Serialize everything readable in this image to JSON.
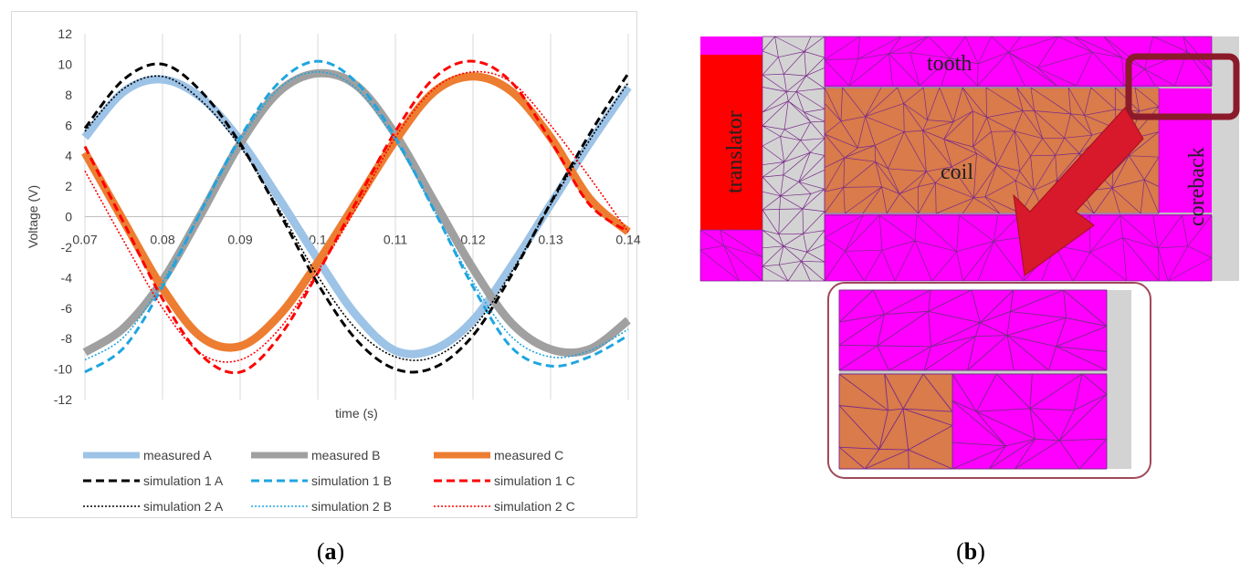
{
  "captions": {
    "a_open": "(",
    "a_letter": "a",
    "a_close": ")",
    "b_open": "(",
    "b_letter": "b",
    "b_close": ")"
  },
  "fem": {
    "labels": {
      "tooth": "tooth",
      "translator": "translator",
      "coil": "coil",
      "coreback": "coreback"
    },
    "colors": {
      "magenta": "#ff00ff",
      "red": "#ff0000",
      "orange": "#d97b4a",
      "grey": "#d3d3d3",
      "mesh": "#7a2a8a",
      "highlight": "#8b1a2a",
      "arrow": "#d7192b"
    }
  },
  "chart_data": {
    "type": "line",
    "title": "",
    "xlabel": "time (s)",
    "ylabel": "Voltage (V)",
    "xlim": [
      0.07,
      0.14
    ],
    "ylim": [
      -12,
      12
    ],
    "x_ticks": [
      0.07,
      0.08,
      0.09,
      0.1,
      0.11,
      0.12,
      0.13,
      0.14
    ],
    "x_tick_labels": [
      "0.07",
      "0.08",
      "0.09",
      "0.1",
      "0.11",
      "0.12",
      "0.13",
      "0.14"
    ],
    "y_ticks": [
      12,
      10,
      8,
      6,
      4,
      2,
      0,
      -2,
      -4,
      -6,
      -8,
      -10,
      -12
    ],
    "y_tick_labels": [
      "12",
      "10",
      "8",
      "6",
      "4",
      "2",
      "0",
      "-2",
      "-4",
      "-6",
      "-8",
      "-10",
      "-12"
    ],
    "grid": "vertical",
    "legend_position": "bottom",
    "series": [
      {
        "name": "measured A",
        "color": "#9dc3e6",
        "style": "thick",
        "x": [
          0.07,
          0.075,
          0.08,
          0.085,
          0.09,
          0.095,
          0.1,
          0.105,
          0.11,
          0.115,
          0.12,
          0.125,
          0.13,
          0.135,
          0.14
        ],
        "y": [
          5.2,
          8.2,
          9.0,
          7.8,
          5.0,
          1.2,
          -2.8,
          -6.5,
          -8.8,
          -8.7,
          -6.8,
          -3.2,
          0.8,
          4.8,
          8.5
        ]
      },
      {
        "name": "measured B",
        "color": "#a0a0a0",
        "style": "thick",
        "x": [
          0.07,
          0.075,
          0.08,
          0.085,
          0.09,
          0.095,
          0.1,
          0.105,
          0.11,
          0.115,
          0.12,
          0.125,
          0.13,
          0.135,
          0.14
        ],
        "y": [
          -8.9,
          -7.3,
          -4.2,
          0.2,
          4.8,
          8.2,
          9.4,
          8.6,
          5.4,
          1.0,
          -3.4,
          -7.0,
          -8.7,
          -8.7,
          -6.8
        ]
      },
      {
        "name": "measured C",
        "color": "#ed7d31",
        "style": "thick",
        "x": [
          0.07,
          0.075,
          0.08,
          0.085,
          0.09,
          0.095,
          0.1,
          0.105,
          0.11,
          0.115,
          0.12,
          0.125,
          0.13,
          0.135,
          0.14
        ],
        "y": [
          4.2,
          -0.3,
          -4.7,
          -7.9,
          -8.5,
          -6.5,
          -3.0,
          1.0,
          5.0,
          8.2,
          9.2,
          8.2,
          5.2,
          1.2,
          -1.0
        ]
      },
      {
        "name": "simulation 1 A",
        "color": "#000000",
        "style": "dashed",
        "x": [
          0.07,
          0.075,
          0.08,
          0.085,
          0.09,
          0.095,
          0.1,
          0.105,
          0.11,
          0.115,
          0.12,
          0.125,
          0.13,
          0.135,
          0.14
        ],
        "y": [
          5.8,
          9.0,
          10.0,
          8.2,
          4.8,
          0.3,
          -4.4,
          -8.1,
          -10.0,
          -9.9,
          -7.8,
          -3.8,
          0.9,
          5.4,
          9.4
        ]
      },
      {
        "name": "simulation 1 B",
        "color": "#1fa5e0",
        "style": "dashed",
        "x": [
          0.07,
          0.075,
          0.08,
          0.085,
          0.09,
          0.095,
          0.1,
          0.105,
          0.11,
          0.115,
          0.12,
          0.125,
          0.13,
          0.135,
          0.14
        ],
        "y": [
          -10.2,
          -8.6,
          -4.6,
          0.4,
          5.2,
          8.8,
          10.2,
          8.8,
          5.2,
          0.4,
          -4.6,
          -8.6,
          -9.8,
          -9.2,
          -7.8
        ]
      },
      {
        "name": "simulation 1 C",
        "color": "#ff0000",
        "style": "dashed",
        "x": [
          0.07,
          0.075,
          0.08,
          0.085,
          0.09,
          0.095,
          0.1,
          0.105,
          0.11,
          0.115,
          0.12,
          0.125,
          0.13,
          0.135,
          0.14
        ],
        "y": [
          4.6,
          -0.4,
          -5.4,
          -9.1,
          -10.2,
          -7.9,
          -3.7,
          1.0,
          5.6,
          9.1,
          10.2,
          8.8,
          5.0,
          0.8,
          -1.0
        ]
      },
      {
        "name": "simulation 2 A",
        "color": "#000000",
        "style": "dotted",
        "x": [
          0.07,
          0.075,
          0.08,
          0.085,
          0.09,
          0.095,
          0.1,
          0.105,
          0.11,
          0.115,
          0.12,
          0.125,
          0.13,
          0.135,
          0.14
        ],
        "y": [
          5.6,
          8.4,
          9.2,
          7.6,
          4.6,
          0.5,
          -3.9,
          -7.4,
          -9.2,
          -9.2,
          -7.3,
          -3.6,
          0.8,
          5.0,
          8.8
        ]
      },
      {
        "name": "simulation 2 B",
        "color": "#1fa5e0",
        "style": "dotted",
        "x": [
          0.07,
          0.075,
          0.08,
          0.085,
          0.09,
          0.095,
          0.1,
          0.105,
          0.11,
          0.115,
          0.12,
          0.125,
          0.13,
          0.135,
          0.14
        ],
        "y": [
          -9.4,
          -7.9,
          -4.3,
          0.4,
          5.0,
          8.4,
          9.5,
          8.4,
          5.0,
          0.4,
          -4.3,
          -7.9,
          -9.2,
          -8.8,
          -7.4
        ]
      },
      {
        "name": "simulation 2 C",
        "color": "#ff0000",
        "style": "dotted",
        "x": [
          0.07,
          0.075,
          0.08,
          0.085,
          0.09,
          0.095,
          0.1,
          0.105,
          0.11,
          0.115,
          0.12,
          0.125,
          0.13,
          0.135,
          0.14
        ],
        "y": [
          3.0,
          -1.6,
          -6.0,
          -9.0,
          -9.4,
          -7.4,
          -3.6,
          0.6,
          5.2,
          8.4,
          9.5,
          8.8,
          6.0,
          2.6,
          -1.0
        ]
      }
    ]
  }
}
